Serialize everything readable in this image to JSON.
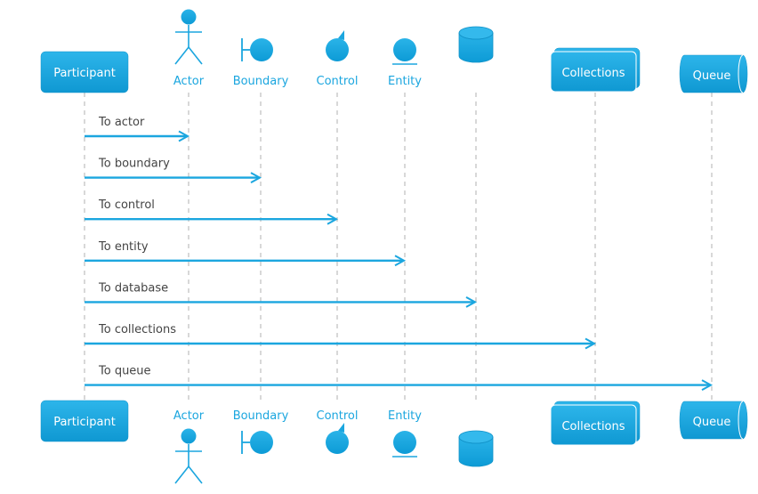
{
  "colors": {
    "accent": "#1ba6df",
    "accent_dark": "#1293c9",
    "lifeline": "#b0b0b0",
    "message_text": "#444444",
    "box_text": "#ffffff"
  },
  "participants": [
    {
      "id": "participant",
      "type": "participant",
      "label": "Participant"
    },
    {
      "id": "actor",
      "type": "actor",
      "label": "Actor"
    },
    {
      "id": "boundary",
      "type": "boundary",
      "label": "Boundary"
    },
    {
      "id": "control",
      "type": "control",
      "label": "Control"
    },
    {
      "id": "entity",
      "type": "entity",
      "label": "Entity"
    },
    {
      "id": "database",
      "type": "database",
      "label": ""
    },
    {
      "id": "collections",
      "type": "collections",
      "label": "Collections"
    },
    {
      "id": "queue",
      "type": "queue",
      "label": "Queue"
    }
  ],
  "messages": [
    {
      "from": "participant",
      "to": "actor",
      "text": "To actor"
    },
    {
      "from": "participant",
      "to": "boundary",
      "text": "To boundary"
    },
    {
      "from": "participant",
      "to": "control",
      "text": "To control"
    },
    {
      "from": "participant",
      "to": "entity",
      "text": "To entity"
    },
    {
      "from": "participant",
      "to": "database",
      "text": "To database"
    },
    {
      "from": "participant",
      "to": "collections",
      "text": "To collections"
    },
    {
      "from": "participant",
      "to": "queue",
      "text": "To queue"
    }
  ]
}
